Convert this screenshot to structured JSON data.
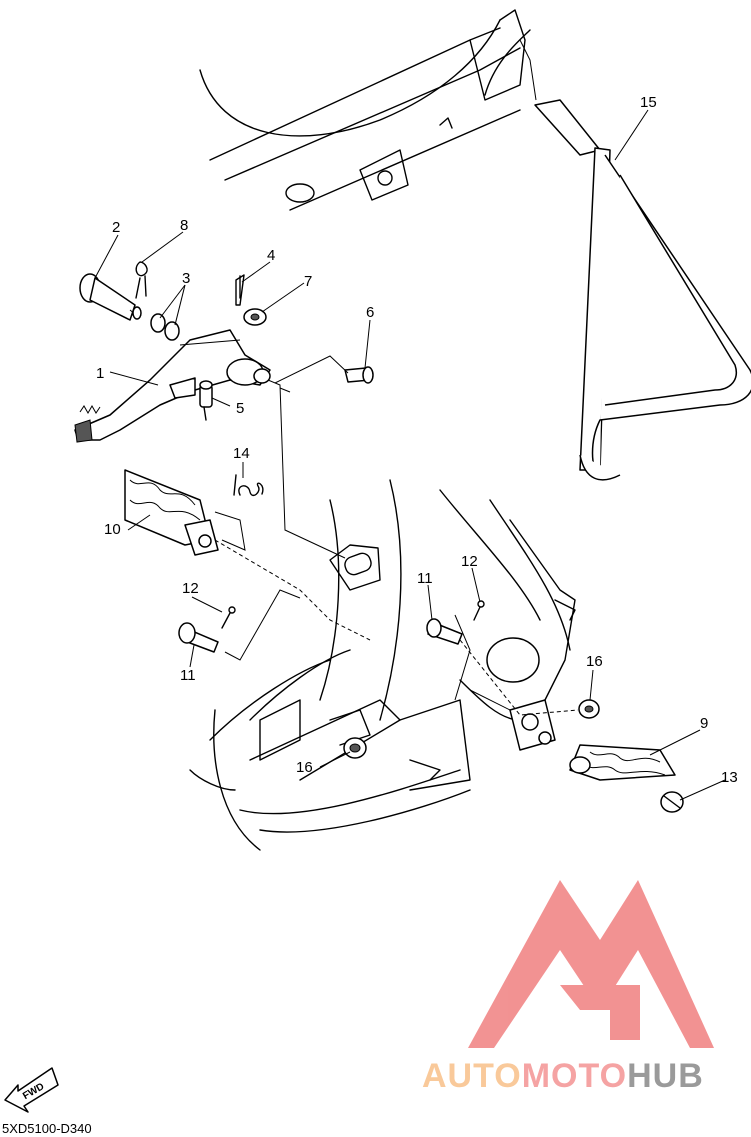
{
  "diagram_code": "5XD5100-D340",
  "fwd_label": "FWD",
  "watermark": {
    "part1": "AUTO",
    "part2": "MOTO",
    "part3": "HUB",
    "color1": "#f9c99a",
    "color2": "#f5a3a3",
    "color3": "#9a9a9a",
    "logo_color": "#f08080"
  },
  "callouts": {
    "c1": "1",
    "c2": "2",
    "c3": "3",
    "c4": "4",
    "c5": "5",
    "c6": "6",
    "c7": "7",
    "c8": "8",
    "c9": "9",
    "c10": "10",
    "c11a": "11",
    "c11b": "11",
    "c12a": "12",
    "c12b": "12",
    "c13": "13",
    "c14": "14",
    "c15": "15",
    "c16a": "16",
    "c16b": "16"
  }
}
